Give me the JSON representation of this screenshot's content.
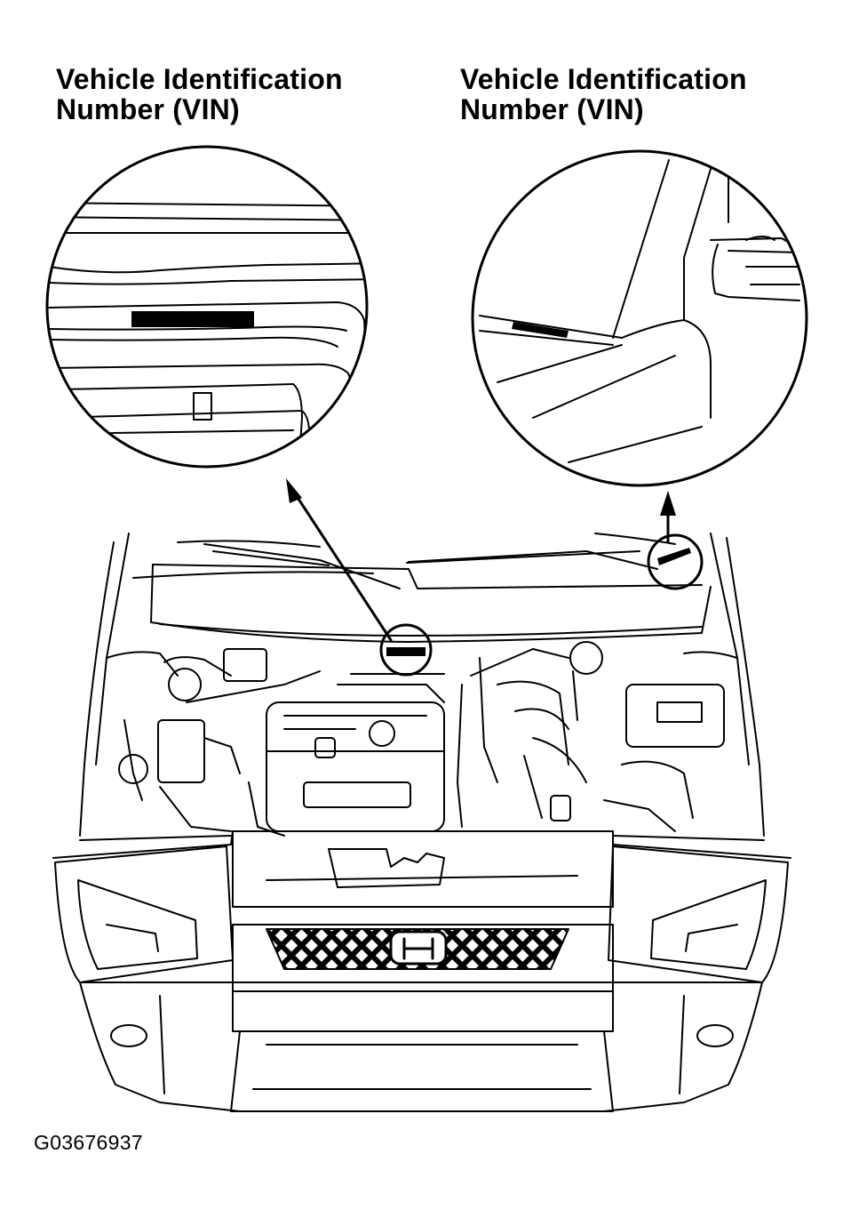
{
  "labels": {
    "left_callout": {
      "line1": "Vehicle Identification",
      "line2": "Number (VIN)"
    },
    "right_callout": {
      "line1": "Vehicle Identification",
      "line2": "Number (VIN)"
    }
  },
  "figure_code": "G03676937",
  "colors": {
    "ink": "#000000",
    "paper": "#ffffff"
  }
}
